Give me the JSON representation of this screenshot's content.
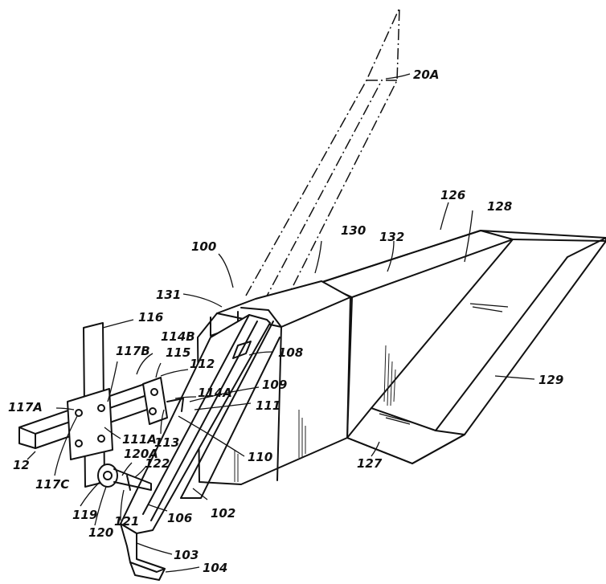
{
  "labels": {
    "l20A": "20A",
    "l126": "126",
    "l128": "128",
    "l130": "130",
    "l132": "132",
    "l100": "100",
    "l131": "131",
    "l116": "116",
    "l114B": "114B",
    "l115": "115",
    "l112": "112",
    "l108": "108",
    "l117B": "117B",
    "l114A": "114A",
    "l109": "109",
    "l117A": "117A",
    "l111": "111",
    "l129": "129",
    "l111A": "111A",
    "l113": "113",
    "l110": "110",
    "l120A": "120A",
    "l122": "122",
    "l12": "12",
    "l117C": "117C",
    "l119": "119",
    "l127": "127",
    "l102": "102",
    "l120": "120",
    "l121": "121",
    "l106": "106",
    "l103": "103",
    "l104": "104"
  }
}
